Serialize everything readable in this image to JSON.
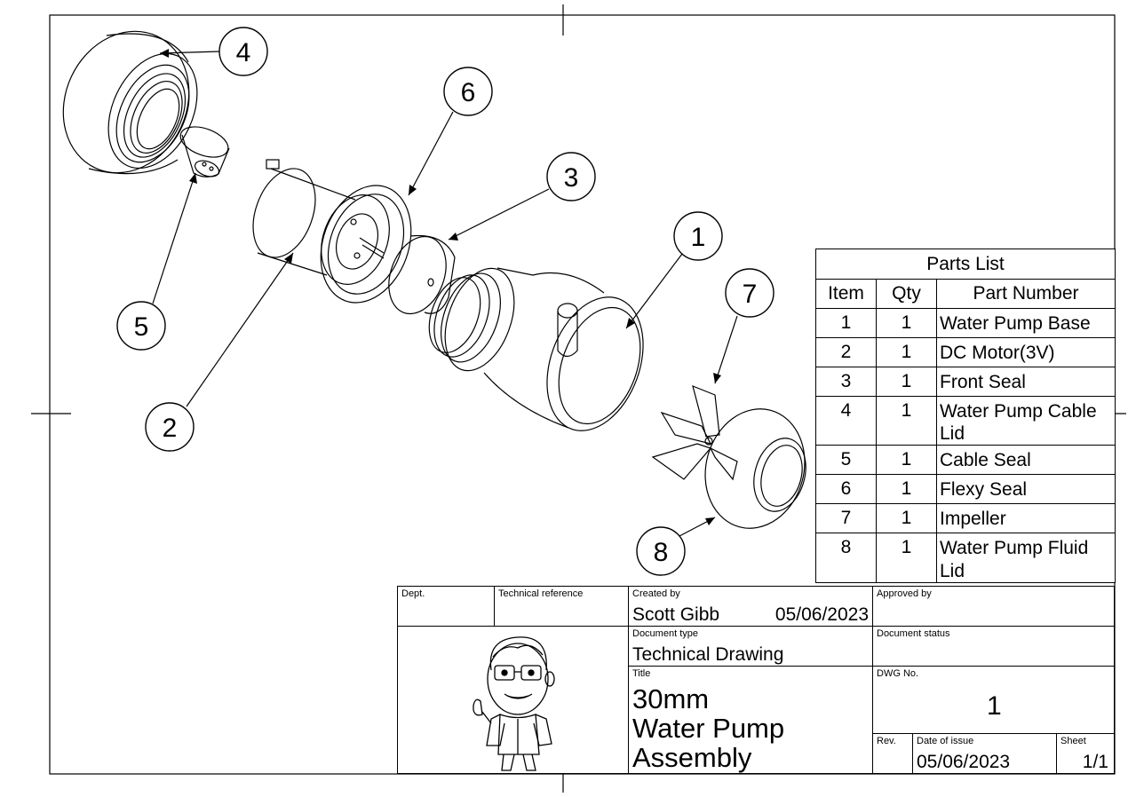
{
  "balloons": [
    {
      "id": "balloon-1",
      "label": "1"
    },
    {
      "id": "balloon-2",
      "label": "2"
    },
    {
      "id": "balloon-3",
      "label": "3"
    },
    {
      "id": "balloon-4",
      "label": "4"
    },
    {
      "id": "balloon-5",
      "label": "5"
    },
    {
      "id": "balloon-6",
      "label": "6"
    },
    {
      "id": "balloon-7",
      "label": "7"
    },
    {
      "id": "balloon-8",
      "label": "8"
    }
  ],
  "parts_list": {
    "title": "Parts List",
    "columns": [
      "Item",
      "Qty",
      "Part Number"
    ],
    "rows": [
      {
        "item": "1",
        "qty": "1",
        "part": "Water Pump Base"
      },
      {
        "item": "2",
        "qty": "1",
        "part": "DC Motor(3V)"
      },
      {
        "item": "3",
        "qty": "1",
        "part": "Front Seal"
      },
      {
        "item": "4",
        "qty": "1",
        "part": "Water Pump Cable Lid"
      },
      {
        "item": "5",
        "qty": "1",
        "part": "Cable Seal"
      },
      {
        "item": "6",
        "qty": "1",
        "part": "Flexy Seal"
      },
      {
        "item": "7",
        "qty": "1",
        "part": "Impeller"
      },
      {
        "item": "8",
        "qty": "1",
        "part": "Water Pump Fluid Lid"
      }
    ]
  },
  "title_block": {
    "dept_label": "Dept.",
    "tech_ref_label": "Technical reference",
    "created_by_label": "Created by",
    "created_by": "Scott Gibb",
    "created_date": "05/06/2023",
    "approved_by_label": "Approved by",
    "doc_type_label": "Document type",
    "doc_type": "Technical Drawing",
    "doc_status_label": "Document status",
    "title_label": "Title",
    "title_lines": [
      "30mm",
      "Water Pump",
      "Assembly"
    ],
    "dwg_no_label": "DWG No.",
    "dwg_no": "1",
    "rev_label": "Rev.",
    "date_of_issue_label": "Date of issue",
    "date_of_issue": "05/06/2023",
    "sheet_label": "Sheet",
    "sheet": "1/1"
  },
  "colors": {
    "line": "#000000",
    "paper": "#ffffff"
  }
}
